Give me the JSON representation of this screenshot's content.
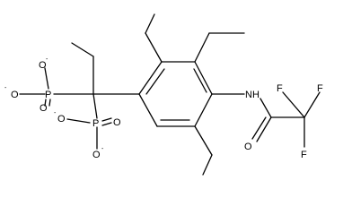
{
  "labels": {
    "o_minus_top": "O",
    "o_minus_left": "O",
    "o_minus_lower": "O",
    "o_minus_bottom": "O",
    "p_upper": "P",
    "p_lower": "P",
    "o_double_upper": "O",
    "o_double_lower": "O",
    "nh": "NH",
    "o_amide": "O",
    "f_top_left": "F",
    "f_top_right": "F",
    "f_bottom": "F",
    "charge": "-"
  }
}
